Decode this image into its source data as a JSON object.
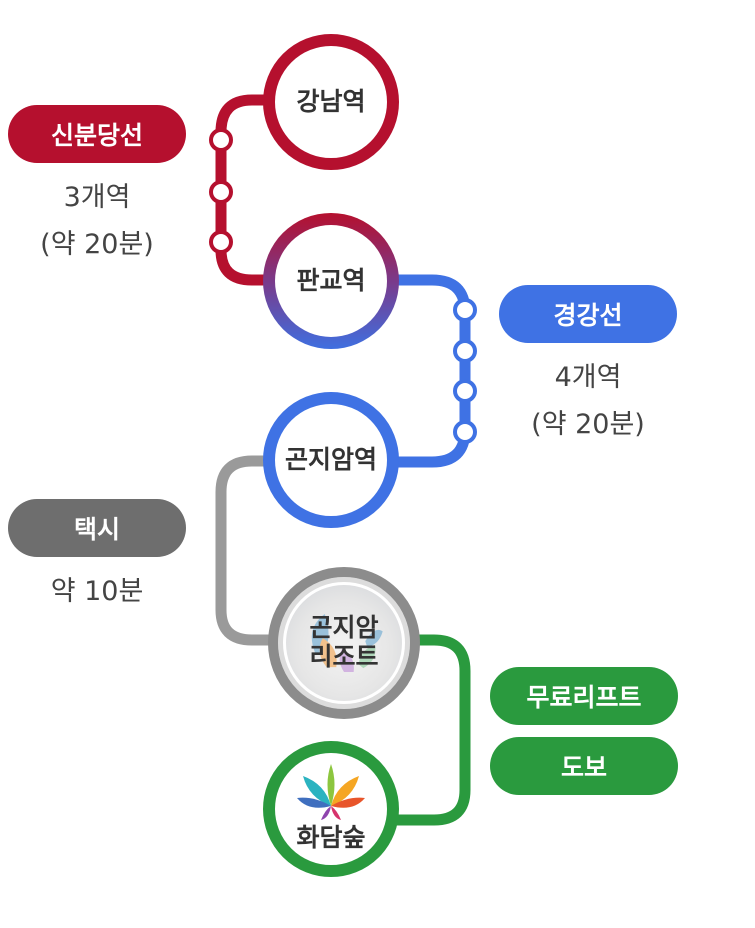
{
  "stations": {
    "gangnam": "강남역",
    "pangyo": "판교역",
    "gonjiam": "곤지암역",
    "resort": {
      "line1": "곤지암",
      "line2": "리조트"
    },
    "forest": "화담숲"
  },
  "routes": {
    "sinbundang": {
      "name": "신분당선",
      "stops": "3개역",
      "time": "(약 20분)",
      "color": "#b5102e"
    },
    "gyeonggang": {
      "name": "경강선",
      "stops": "4개역",
      "time": "(약 20분)",
      "color": "#3f72e4"
    },
    "taxi": {
      "name": "택시",
      "time": "약 10분",
      "color": "#6e6e6e"
    },
    "resort_to_forest": {
      "lift": "무료리프트",
      "walk": "도보",
      "color": "#2a9a3e"
    }
  },
  "icons": [
    "hwadamsup-logo-icon",
    "resort-logo-icon"
  ]
}
